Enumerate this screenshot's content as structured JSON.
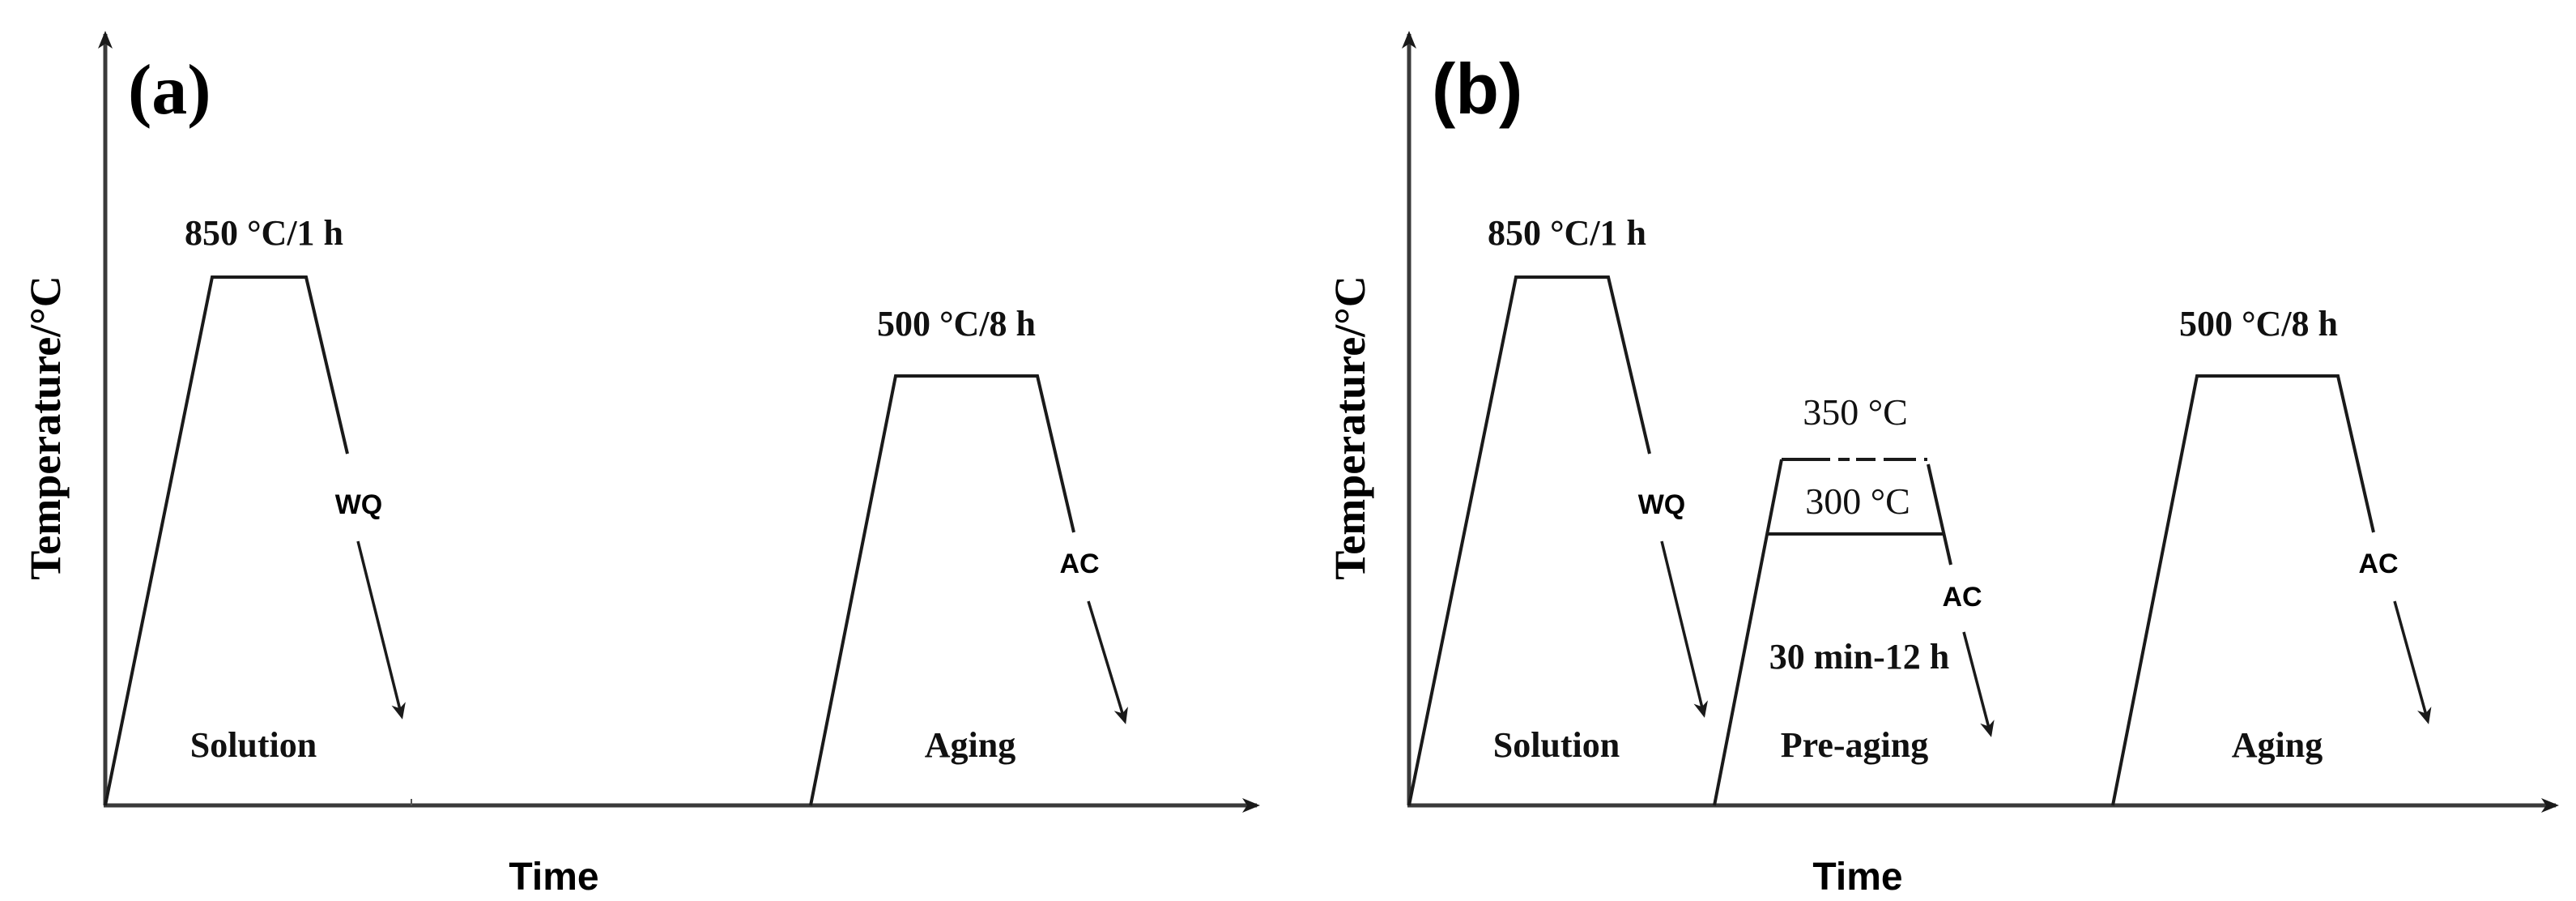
{
  "figure": {
    "panels": [
      {
        "label": "(a)",
        "y_axis_label": "Temperature/°C",
        "x_axis_label": "Time",
        "stages": [
          {
            "name": "Solution",
            "temperature_label": "850 °C/1 h",
            "cooling": "WQ"
          },
          {
            "name": "Aging",
            "temperature_label": "500 °C/8 h",
            "cooling": "AC"
          }
        ]
      },
      {
        "label": "(b)",
        "y_axis_label": "Temperature/°C",
        "x_axis_label": "Time",
        "stages": [
          {
            "name": "Solution",
            "temperature_label": "850 °C/1 h",
            "cooling": "WQ"
          },
          {
            "name": "Pre-aging",
            "temperature_upper_label": "350 °C",
            "temperature_lower_label": "300 °C",
            "duration_label": "30 min-12 h",
            "cooling": "AC"
          },
          {
            "name": "Aging",
            "temperature_label": "500 °C/8 h",
            "cooling": "AC"
          }
        ]
      }
    ]
  },
  "chart_data": [
    {
      "type": "line",
      "title": "(a)",
      "xlabel": "Time",
      "ylabel": "Temperature/°C",
      "grid": false,
      "series": [
        {
          "name": "Solution treatment",
          "segments": [
            "heat",
            "hold 850 °C / 1 h",
            "WQ (water quench)"
          ],
          "hold_temperature_C": 850,
          "hold_time": "1 h"
        },
        {
          "name": "Aging",
          "segments": [
            "heat",
            "hold 500 °C / 8 h",
            "AC (air cool)"
          ],
          "hold_temperature_C": 500,
          "hold_time": "8 h"
        }
      ],
      "annotations": [
        "850 °C/1 h",
        "WQ",
        "Solution",
        "500 °C/8 h",
        "AC",
        "Aging"
      ]
    },
    {
      "type": "line",
      "title": "(b)",
      "xlabel": "Time",
      "ylabel": "Temperature/°C",
      "grid": false,
      "series": [
        {
          "name": "Solution treatment",
          "segments": [
            "heat",
            "hold 850 °C / 1 h",
            "WQ (water quench)"
          ],
          "hold_temperature_C": 850,
          "hold_time": "1 h"
        },
        {
          "name": "Pre-aging",
          "segments": [
            "heat",
            "hold 300–350 °C / 30 min-12 h",
            "AC (air cool)"
          ],
          "hold_temperature_C": [
            300,
            350
          ],
          "hold_time": "30 min-12 h"
        },
        {
          "name": "Aging",
          "segments": [
            "heat",
            "hold 500 °C / 8 h",
            "AC (air cool)"
          ],
          "hold_temperature_C": 500,
          "hold_time": "8 h"
        }
      ],
      "annotations": [
        "850 °C/1 h",
        "WQ",
        "Solution",
        "350 °C",
        "300 °C",
        "30 min-12 h",
        "AC",
        "Pre-aging",
        "500 °C/8 h",
        "AC",
        "Aging"
      ]
    }
  ]
}
